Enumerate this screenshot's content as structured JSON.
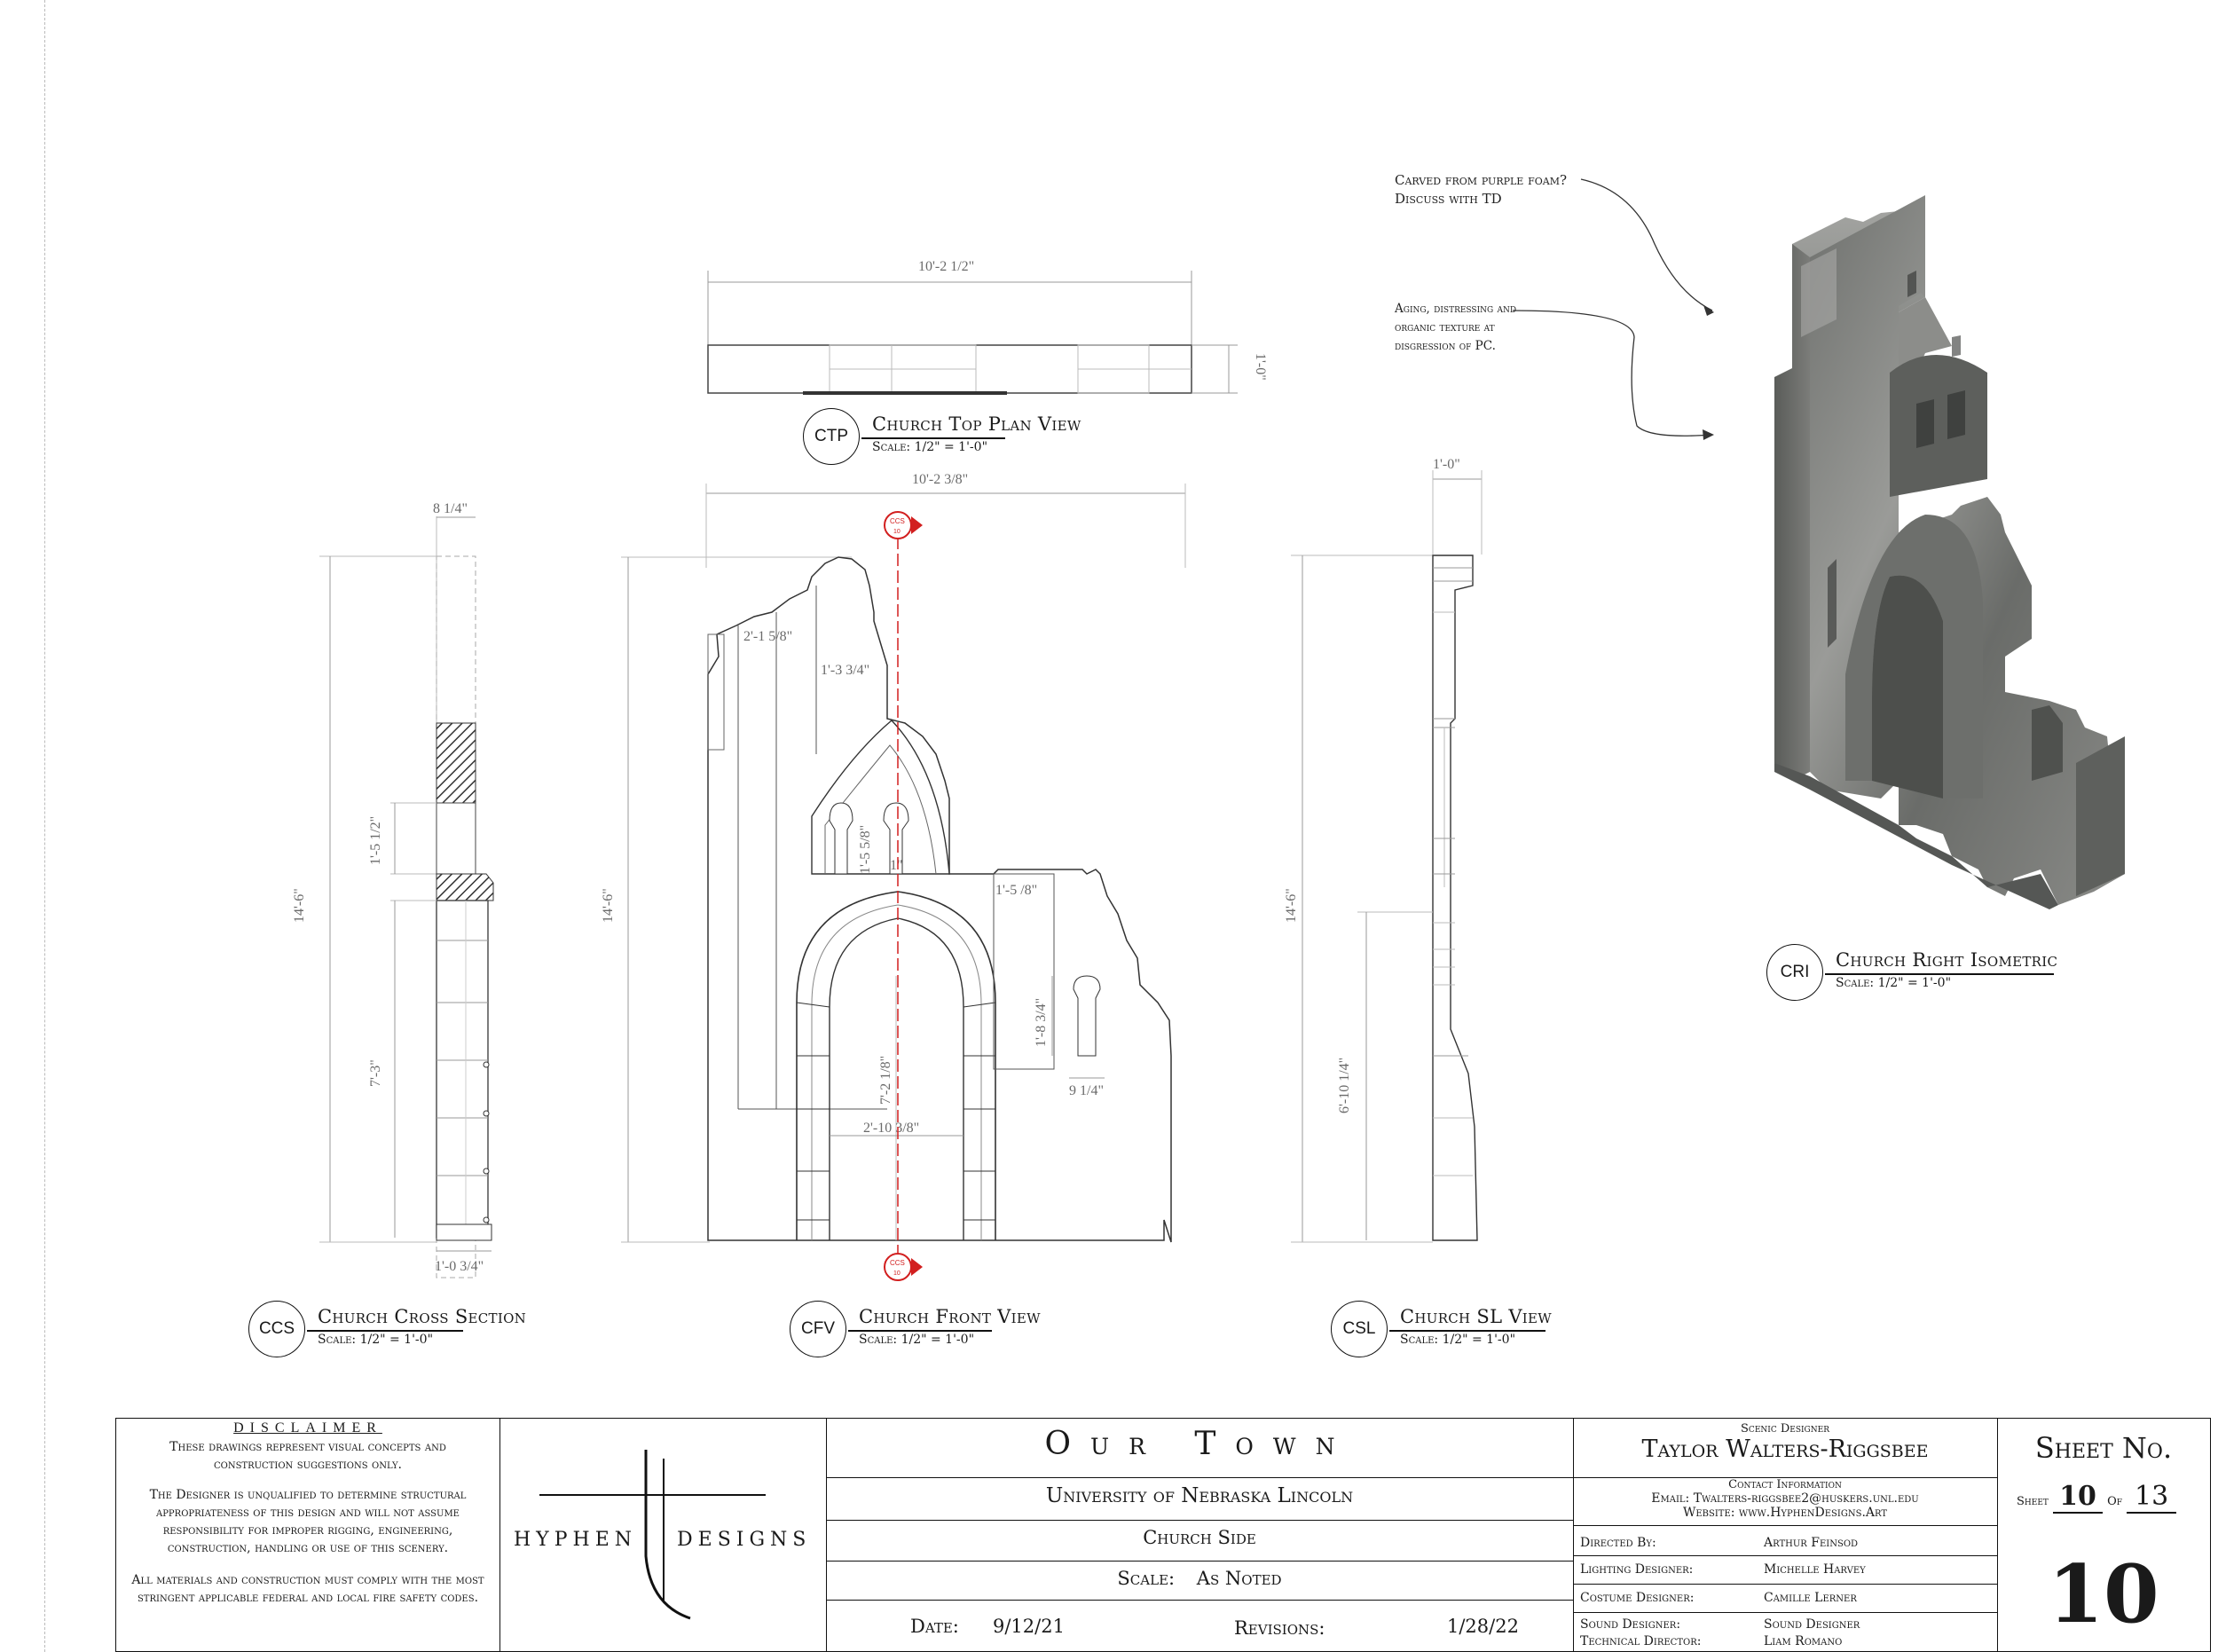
{
  "views": {
    "ctp": {
      "tag": "CTP",
      "title": "Church Top Plan View",
      "scale": "Scale: 1/2\" = 1'-0\""
    },
    "ccs": {
      "tag": "CCS",
      "title": "Church Cross Section",
      "scale": "Scale: 1/2\" = 1'-0\""
    },
    "cfv": {
      "tag": "CFV",
      "title": "Church Front View",
      "scale": "Scale: 1/2\" = 1'-0\""
    },
    "csl": {
      "tag": "CSL",
      "title": "Church SL View",
      "scale": "Scale: 1/2\" = 1'-0\""
    },
    "cri": {
      "tag": "CRI",
      "title": "Church Right Isometric",
      "scale": "Scale: 1/2\" = 1'-0\""
    }
  },
  "dimensions": {
    "top_width": "10'-2 1/2\"",
    "top_depth": "1'-0\"",
    "front_width": "10'-2 3/8\"",
    "front_height": "14'-6\"",
    "front_upper_left": "2'-1 5/8\"",
    "front_upper_mid": "1'-3 3/4\"",
    "front_window": "1'-5 5/8\"",
    "front_small": "1\"",
    "front_right_top": "1'-5 /8\"",
    "front_right_window": "1'-8 3/4\"",
    "front_right_window_w": "9 1/4\"",
    "front_arch_height": "7'-2 1/8\"",
    "front_arch_width": "2'-10 3/8\"",
    "cs_top": "8 1/4\"",
    "cs_height": "14'-6\"",
    "cs_mid": "1'-5 1/2\"",
    "cs_lower": "7'-3\"",
    "cs_bottom": "1'-0 3/4\"",
    "sl_top": "1'-0\"",
    "sl_height": "14'-6\"",
    "sl_lower": "6'-10 1/4\""
  },
  "section_markers": {
    "top": "CCS",
    "top_sub": "10",
    "bottom": "CCS",
    "bottom_sub": "10"
  },
  "notes": {
    "note1_line1": "Carved from purple foam?",
    "note1_line2": "Discuss with TD",
    "note2_line1": "Aging, distressing and",
    "note2_line2": "organic texture at",
    "note2_line3": "disgression of PC."
  },
  "title_block": {
    "disclaimer_heading": "DISCLAIMER",
    "disclaimer_p1": "These drawings represent visual concepts and construction suggestions only.",
    "disclaimer_p2": "The Designer is unqualified to determine structural appropriateness of this design and will not assume responsibility for improper rigging, engineering, construction, handling or use of this scenery.",
    "disclaimer_p3": "All materials and construction must comply with the most stringent applicable federal and local fire safety codes.",
    "logo_left": "HYPHEN",
    "logo_right": "DESIGNS",
    "show_title": "Our Town",
    "institution": "University of Nebraska Lincoln",
    "sheet_title": "Church Side",
    "scale_label": "Scale:",
    "scale_value": "As Noted",
    "date_label": "Date:",
    "date_value": "9/12/21",
    "revisions_label": "Revisions:",
    "revisions_value": "1/28/22",
    "designer_role": "Scenic Designer",
    "designer_name": "Taylor Walters-Riggsbee",
    "contact_heading": "Contact Information",
    "email": "Email: Twalters-riggsbee2@huskers.unl.edu",
    "website": "Website: www.HyphenDesigns.Art",
    "credits": [
      {
        "role": "Directed By:",
        "name": "Arthur Feinsod"
      },
      {
        "role": "Lighting Designer:",
        "name": "Michelle Harvey"
      },
      {
        "role": "Costume Designer:",
        "name": "Camille Lerner"
      },
      {
        "role": "Sound Designer:",
        "name": "Sound Designer"
      },
      {
        "role": "Technical Director:",
        "name": "Liam Romano"
      }
    ],
    "sheet_heading": "Sheet No.",
    "sheet_word": "Sheet",
    "sheet_num": "10",
    "of_word": "Of",
    "sheet_total": "13",
    "sheet_big": "10"
  },
  "colors": {
    "section_line": "#d21f1f",
    "stone": "#7d7f7c"
  }
}
